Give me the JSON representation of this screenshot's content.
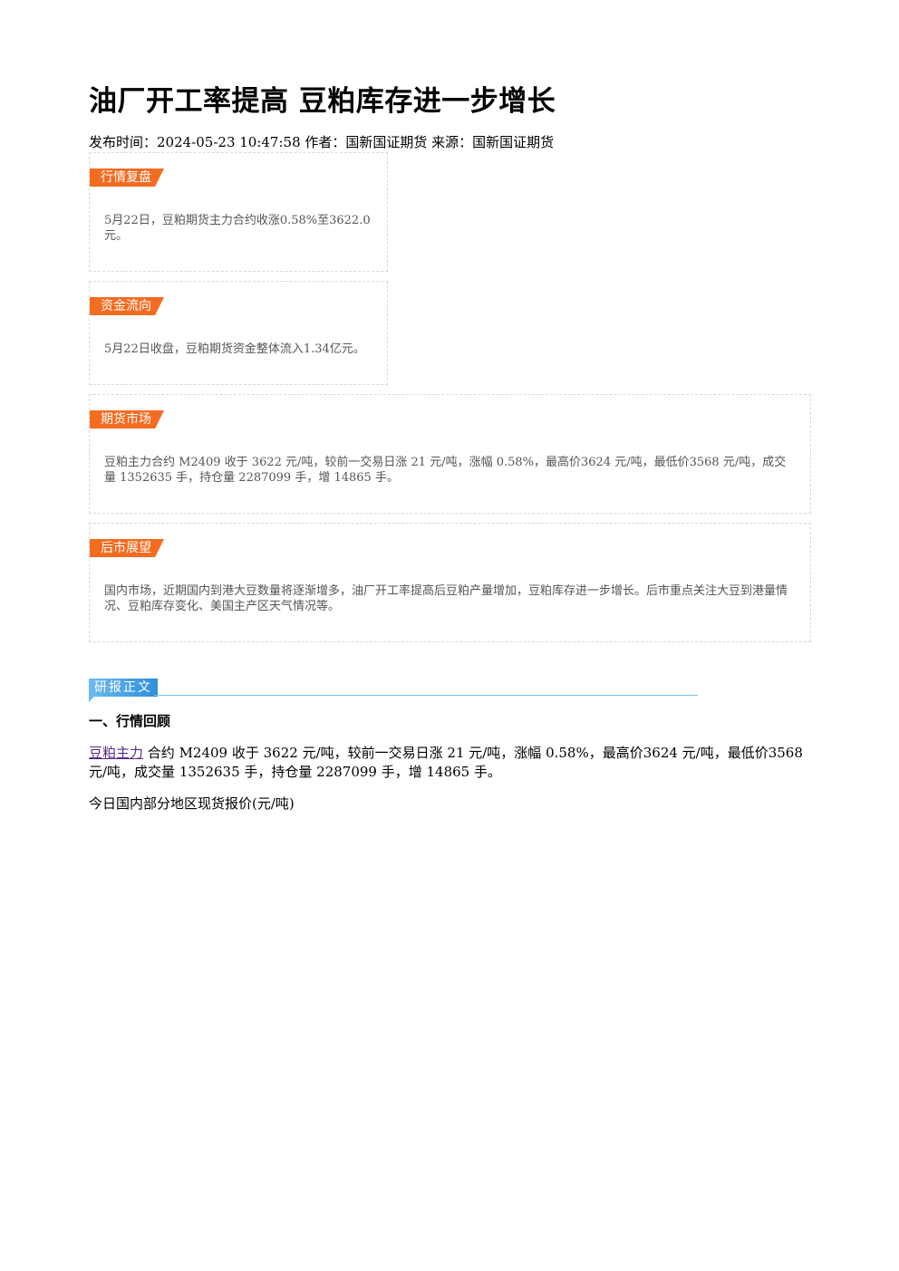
{
  "title": "油厂开工率提高 豆粕库存进一步增长",
  "meta": "发布时间：2024-05-23 10:47:58 作者：国新国证期货 来源：国新国证期货",
  "boxes": [
    {
      "tag": "行情复盘",
      "text": "5月22日，豆粕期货主力合约收涨0.58%至3622.0元。"
    },
    {
      "tag": "资金流向",
      "text": "5月22日收盘，豆粕期货资金整体流入1.34亿元。"
    },
    {
      "tag": "期货市场",
      "text": "豆粕主力合约 M2409 收于 3622 元/吨，较前一交易日涨 21 元/吨，涨幅 0.58%，最高价3624 元/吨，最低价3568 元/吨，成交量 1352635 手，持仓量 2287099 手，增 14865 手。"
    },
    {
      "tag": "后市展望",
      "text": "国内市场，近期国内到港大豆数量将逐渐增多，油厂开工率提高后豆粕产量增加，豆粕库存进一步增长。后市重点关注大豆到港量情况、豆粕库存变化、美国主产区天气情况等。"
    }
  ],
  "report": {
    "tag": "研报正文",
    "section1": "一、行情回顾",
    "para_link": "豆粕主力",
    "para_rest": "合约 M2409 收于 3622 元/吨，较前一交易日涨 21 元/吨，涨幅 0.58%，最高价3624 元/吨，最低价3568 元/吨，成交量 1352635 手，持仓量 2287099 手，增 14865 手。",
    "spot_caption": "今日国内部分地区现货报价(元/吨)"
  },
  "colors": {
    "tag_orange": "#f36c21",
    "report_blue": "#2f8fdc",
    "link": "#5b2a86"
  }
}
